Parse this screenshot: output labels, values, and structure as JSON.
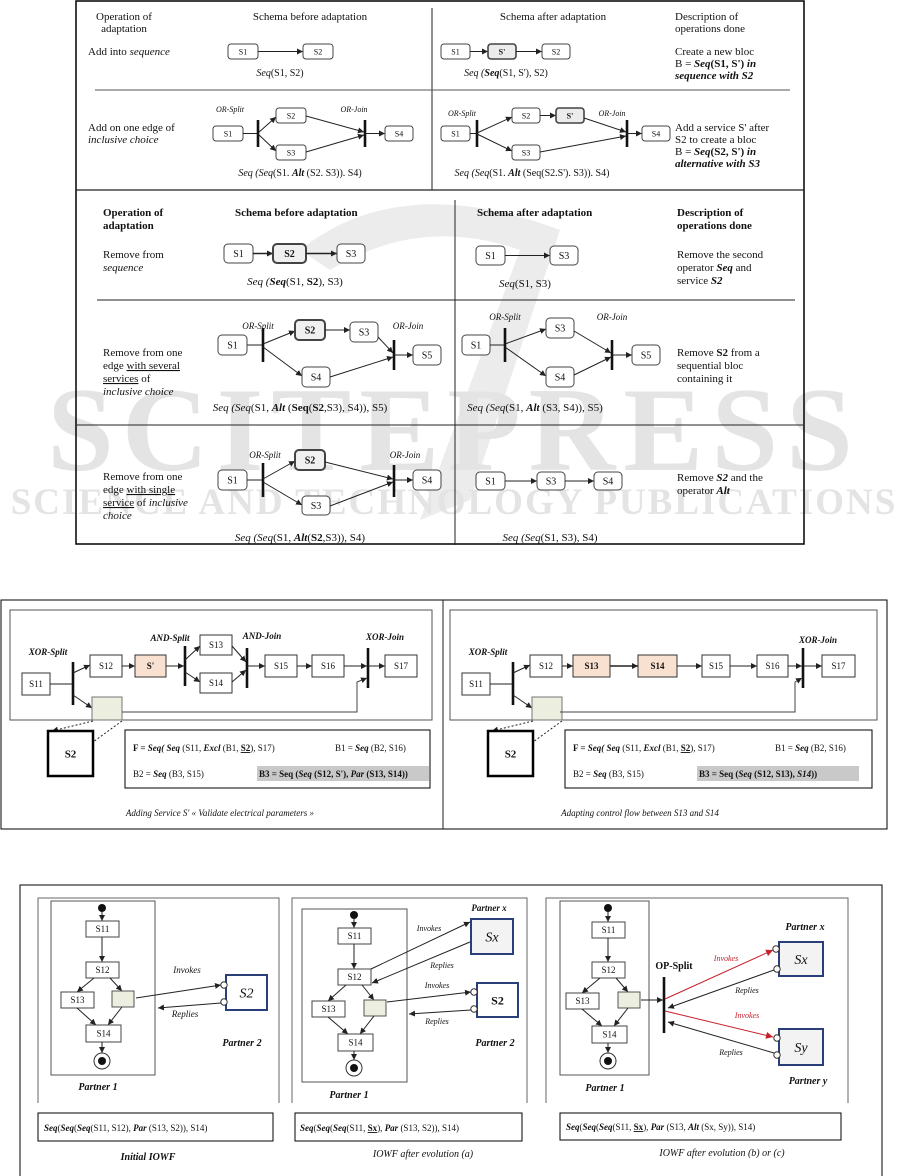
{
  "watermark": {
    "main": "SCITEPRESS",
    "sub": "SCIENCE AND TECHNOLOGY PUBLICATIONS"
  },
  "labels": {
    "S1": "S1",
    "S2": "S2",
    "S3": "S3",
    "S4": "S4",
    "S5": "S5",
    "Sp": "S'",
    "S11": "S11",
    "S12": "S12",
    "S13": "S13",
    "S14": "S14",
    "S15": "S15",
    "S16": "S16",
    "S17": "S17",
    "Sx": "Sx",
    "Sy": "Sy",
    "or_split": "OR-Split",
    "or_join": "OR-Join",
    "xor_split": "XOR-Split",
    "xor_join": "XOR-Join",
    "and_split": "AND-Split",
    "and_join": "AND-Join",
    "op_split": "OP-Split",
    "invokes": "Invokes",
    "replies": "Replies",
    "partner1": "Partner 1",
    "partner2": "Partner 2",
    "partnerx": "Partner x",
    "partnery": "Partner y"
  },
  "t1": {
    "headers": {
      "op1": "Operation of",
      "op2": "adaptation",
      "before": "Schema before adaptation",
      "after": "Schema after adaptation",
      "desc1": "Description of",
      "desc2": "operations done"
    },
    "r1": {
      "op": [
        "Add into ",
        "sequence"
      ],
      "before_formula": [
        "Seq",
        "(S1, S2)"
      ],
      "after_formula": [
        "Seq (",
        "Seq",
        "(S1, S'), S2)"
      ],
      "desc1": "Create a new bloc",
      "desc2": [
        "B  = ",
        "Seq",
        "(S1, S') ",
        "in"
      ],
      "desc3": "sequence with S2"
    },
    "r2": {
      "op1": "Add on one edge of",
      "op2": "inclusive choice",
      "before_formula": [
        "Seq (Seq",
        "(S1. ",
        "Alt",
        " (S2. S3)). S4)"
      ],
      "after_formula": [
        "Seq (Seq",
        "(S1. ",
        "Alt",
        " (Seq(S2.S'). S3)). S4)"
      ],
      "desc1": "Add a service S' after",
      "desc2": "S2 to create a bloc",
      "desc3": [
        "B = ",
        "Seq",
        "(S2, S') ",
        "in"
      ],
      "desc4": "alternative with S3"
    }
  },
  "t2": {
    "headers": {
      "op1": "Operation of",
      "op2": "adaptation",
      "before": "Schema before adaptation",
      "after": "Schema after adaptation",
      "desc1": "Description of",
      "desc2": "operations done"
    },
    "r1": {
      "op1": "Remove from",
      "op2": "sequence",
      "before_formula": [
        "Seq (",
        "Seq",
        "(S1, ",
        "S2",
        "), S3)"
      ],
      "after_formula": [
        "Seq",
        "(S1, S3)"
      ],
      "desc1": "Remove the second",
      "desc2": [
        "operator ",
        "Seq",
        " and"
      ],
      "desc3": [
        "service ",
        "S2"
      ]
    },
    "r2": {
      "op1": "Remove from one",
      "op2": [
        "edge ",
        "with several"
      ],
      "op3": [
        "services",
        " of"
      ],
      "op4": "inclusive choice",
      "before_formula": [
        "Seq (Seq",
        "(S1, ",
        "Alt",
        " (",
        "Seq",
        "(",
        "S2",
        ",S3), S4)), S5)"
      ],
      "after_formula": [
        "Seq (Seq",
        "(S1, ",
        "Alt",
        " (S3, S4)), S5)"
      ],
      "desc1": [
        "Remove ",
        "S2",
        " from a"
      ],
      "desc2": "sequential bloc",
      "desc3": "containing it"
    },
    "r3": {
      "op1": "Remove from one",
      "op2": [
        "edge ",
        "with single"
      ],
      "op3": [
        "service",
        " of ",
        "inclusive"
      ],
      "op4": "choice",
      "before_formula": [
        "Seq (Seq",
        "(S1, ",
        "Alt",
        "(",
        "S2",
        ",S3)), S4)"
      ],
      "after_formula": [
        "Seq (Seq",
        "(S1, S3), S4)"
      ],
      "desc1": [
        "Remove ",
        "S2",
        " and the"
      ],
      "desc2": [
        "operator ",
        "Alt"
      ]
    }
  },
  "fig2": {
    "left": {
      "f": [
        "F = ",
        "Seq( Seq",
        " (S11, ",
        "Excl",
        " (B1, ",
        "S2",
        "), S17)"
      ],
      "b1": [
        "B1 = ",
        "Seq",
        " (B2, S16)"
      ],
      "b2": [
        "B2 = ",
        "Seq",
        " (B3, S15)"
      ],
      "b3": [
        "B3 = Seq (",
        "Seq",
        " (S12, S'), ",
        "Par",
        " (S13, S14))"
      ],
      "caption": "Adding Service S' « Validate electrical parameters »"
    },
    "right": {
      "f": [
        "F = ",
        "Seq( Seq",
        " (S11, ",
        "Excl",
        " (B1, ",
        "S2",
        "), S17)"
      ],
      "b1": [
        "B1 = ",
        "Seq",
        " (B2, S16)"
      ],
      "b2": [
        "B2 = ",
        "Seq",
        " (B3, S15)"
      ],
      "b3": [
        "B3 = Seq (",
        "Seq",
        " (S12, S13), ",
        "S14",
        "))"
      ],
      "caption": "Adapting control flow between S13 and S14"
    }
  },
  "fig3": {
    "p1": {
      "formula": [
        "Seq",
        "(",
        "Seq",
        "(",
        "Seq",
        "(S11, S12), ",
        "Par",
        " (S13, S2)), S14)"
      ],
      "caption": "Initial IOWF"
    },
    "p2": {
      "formula": [
        "Seq",
        "(",
        "Seq",
        "(",
        "Seq",
        "(S11, ",
        "Sx",
        "), ",
        "Par",
        " (S13, S2)), S14)"
      ],
      "caption": "IOWF after evolution (a)"
    },
    "p3": {
      "formula": [
        "Seq",
        "(",
        "Seq",
        "(",
        "Seq",
        "(S11, ",
        "Sx",
        "), ",
        "Par",
        " (S13, ",
        "Alt",
        " (Sx, Sy)), S14)"
      ],
      "caption": "IOWF after evolution (b) or (c)"
    }
  },
  "colors": {
    "shade": "#ececec",
    "peach": "#f9e1d2",
    "gray_box": "#eceee0",
    "partner_border": "#2a3f7a",
    "red": "#c8202a",
    "highlight": "#c9c9c9"
  }
}
